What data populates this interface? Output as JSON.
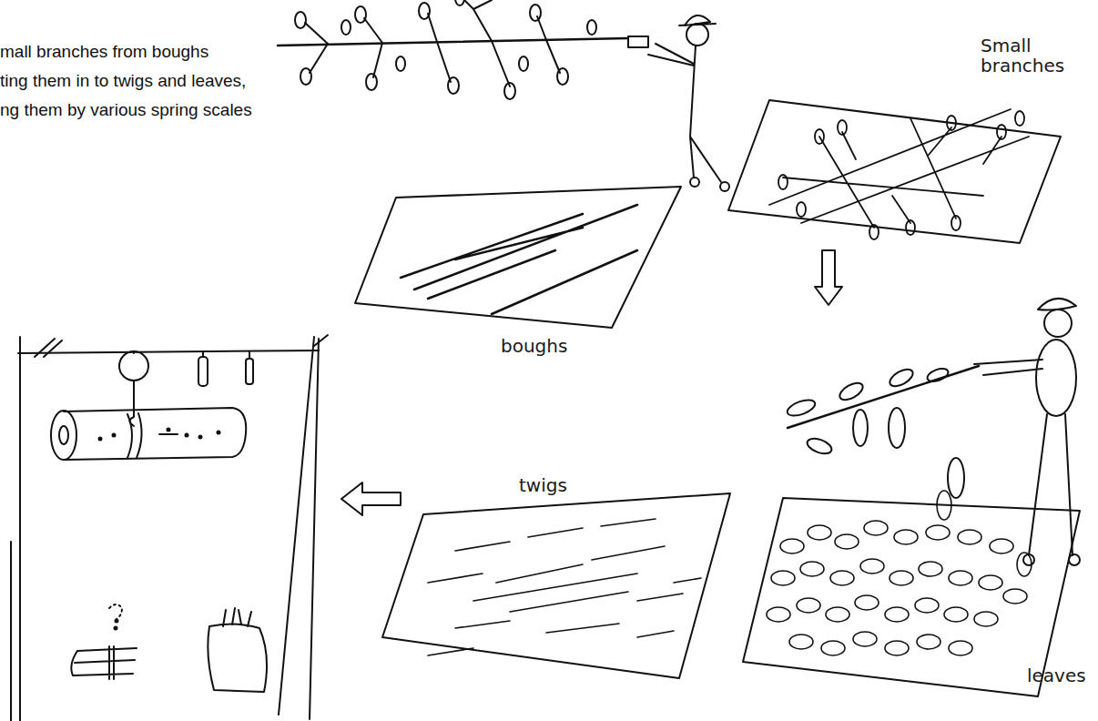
{
  "diagram": {
    "nodes": [
      {
        "text": [
          "boughs"
        ]
      },
      {
        "text": [
          "Small branches"
        ]
      },
      {
        "text": [
          "twigs"
        ]
      },
      {
        "text": [
          "leaves"
        ]
      }
    ],
    "edges": [
      {
        "from": 1,
        "to": 3,
        "arrow": "to"
      }
    ],
    "labels": [
      "mall branches from boughs",
      "ting them in to twigs and leaves,",
      "ng them by various spring scales"
    ]
  }
}
